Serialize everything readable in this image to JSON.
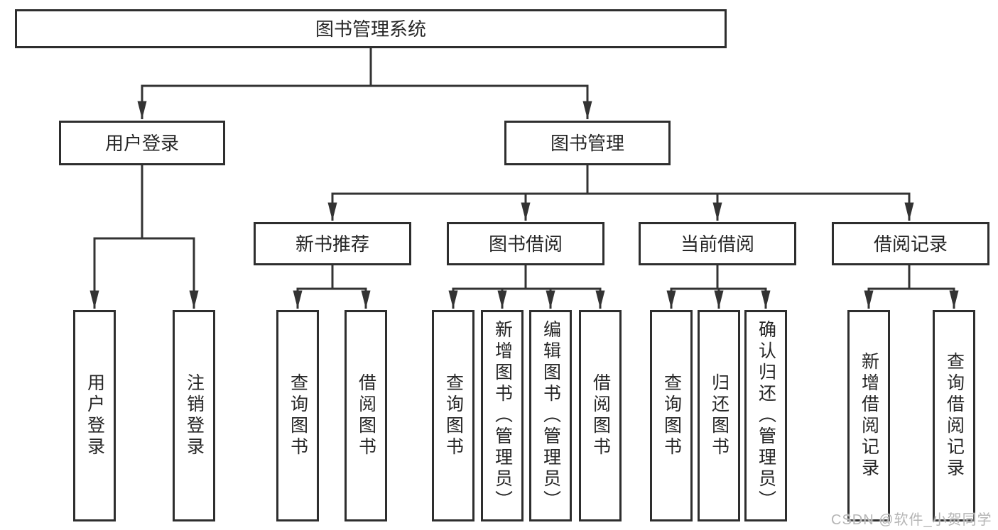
{
  "tree": {
    "root": {
      "label": "图书管理系统",
      "children": [
        {
          "label": "用户登录",
          "children": [
            {
              "label": "用户登录"
            },
            {
              "label": "注销登录"
            }
          ]
        },
        {
          "label": "图书管理",
          "children": [
            {
              "label": "新书推荐",
              "children": [
                {
                  "label": "查询图书"
                },
                {
                  "label": "借阅图书"
                }
              ]
            },
            {
              "label": "图书借阅",
              "children": [
                {
                  "label": "查询图书"
                },
                {
                  "label": "新增图书（管理员）"
                },
                {
                  "label": "编辑图书（管理员）"
                },
                {
                  "label": "借阅图书"
                }
              ]
            },
            {
              "label": "当前借阅",
              "children": [
                {
                  "label": "查询图书"
                },
                {
                  "label": "归还图书"
                },
                {
                  "label": "确认归还（管理员）"
                }
              ]
            },
            {
              "label": "借阅记录",
              "children": [
                {
                  "label": "新增借阅记录"
                },
                {
                  "label": "查询借阅记录"
                }
              ]
            }
          ]
        }
      ]
    }
  },
  "watermark": {
    "text": "CSDN @软件_小贺同学"
  },
  "colors": {
    "line": "#333333",
    "box-border": "#2e2e2e",
    "text": "#262626",
    "watermark": "#b5b5b5",
    "background": "#ffffff"
  }
}
